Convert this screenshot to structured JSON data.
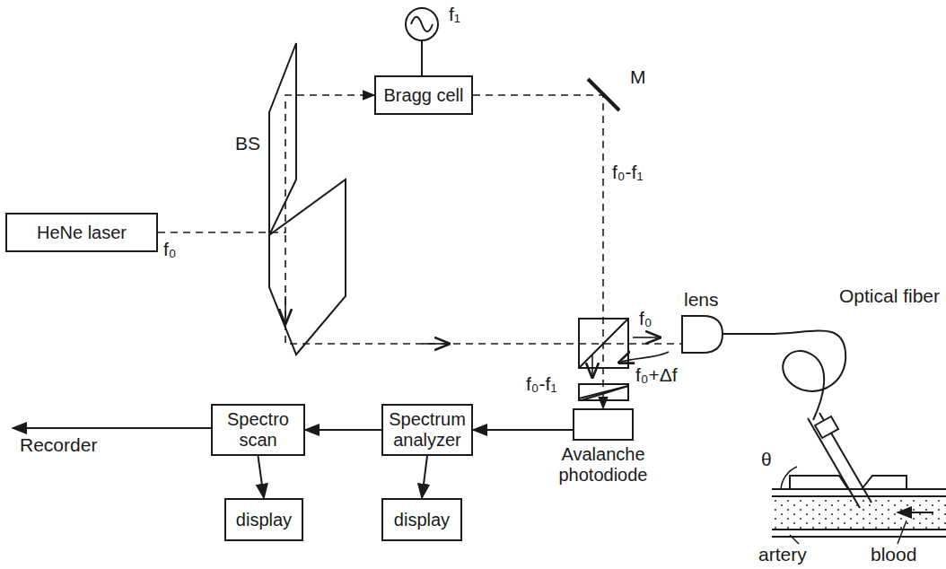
{
  "diagram": {
    "nodes": [
      {
        "text": [
          "HeNe laser"
        ]
      },
      {
        "text": [
          "Bragg cell"
        ]
      },
      {
        "text": [
          "Spectro scan"
        ]
      },
      {
        "text": [
          "Spectrum analyzer"
        ]
      },
      {
        "text": [
          "Avalanche photodiode"
        ]
      },
      {
        "text": [
          "display"
        ]
      },
      {
        "text": [
          "display"
        ]
      }
    ],
    "edges": [
      {
        "from": 0,
        "to": 1,
        "arrow": "to"
      },
      {
        "from": 1,
        "to": 4,
        "arrow": "to"
      },
      {
        "from": 4,
        "to": 3,
        "arrow": "to"
      },
      {
        "from": 3,
        "to": 2,
        "arrow": "to"
      },
      {
        "from": 2,
        "to": 5,
        "arrow": "to"
      },
      {
        "from": 3,
        "to": 6,
        "arrow": "to"
      }
    ],
    "labels": [
      "f₁",
      "BS",
      "M",
      "f₀-f₁",
      "f₀",
      "f₀",
      "lens",
      "Optical fiber",
      "f₀-f₁",
      "f₀+Δf",
      "θ",
      "artery",
      "blood",
      "Recorder"
    ]
  }
}
